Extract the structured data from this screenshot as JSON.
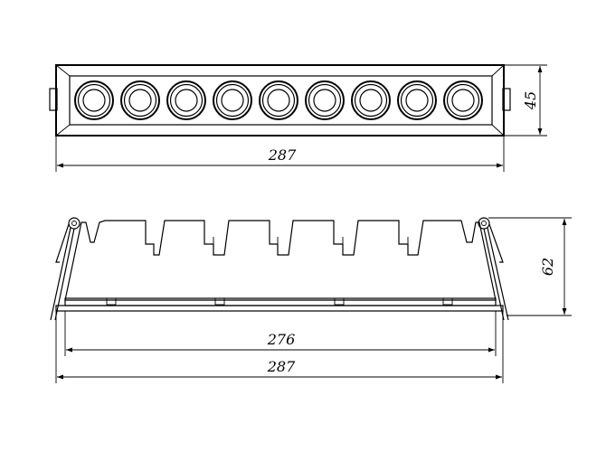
{
  "drawing": {
    "top_view": {
      "lens_count": 9,
      "width_label": "287",
      "height_label": "45"
    },
    "side_view": {
      "height_label": "62",
      "inner_width_label": "276",
      "outer_width_label": "287"
    }
  }
}
